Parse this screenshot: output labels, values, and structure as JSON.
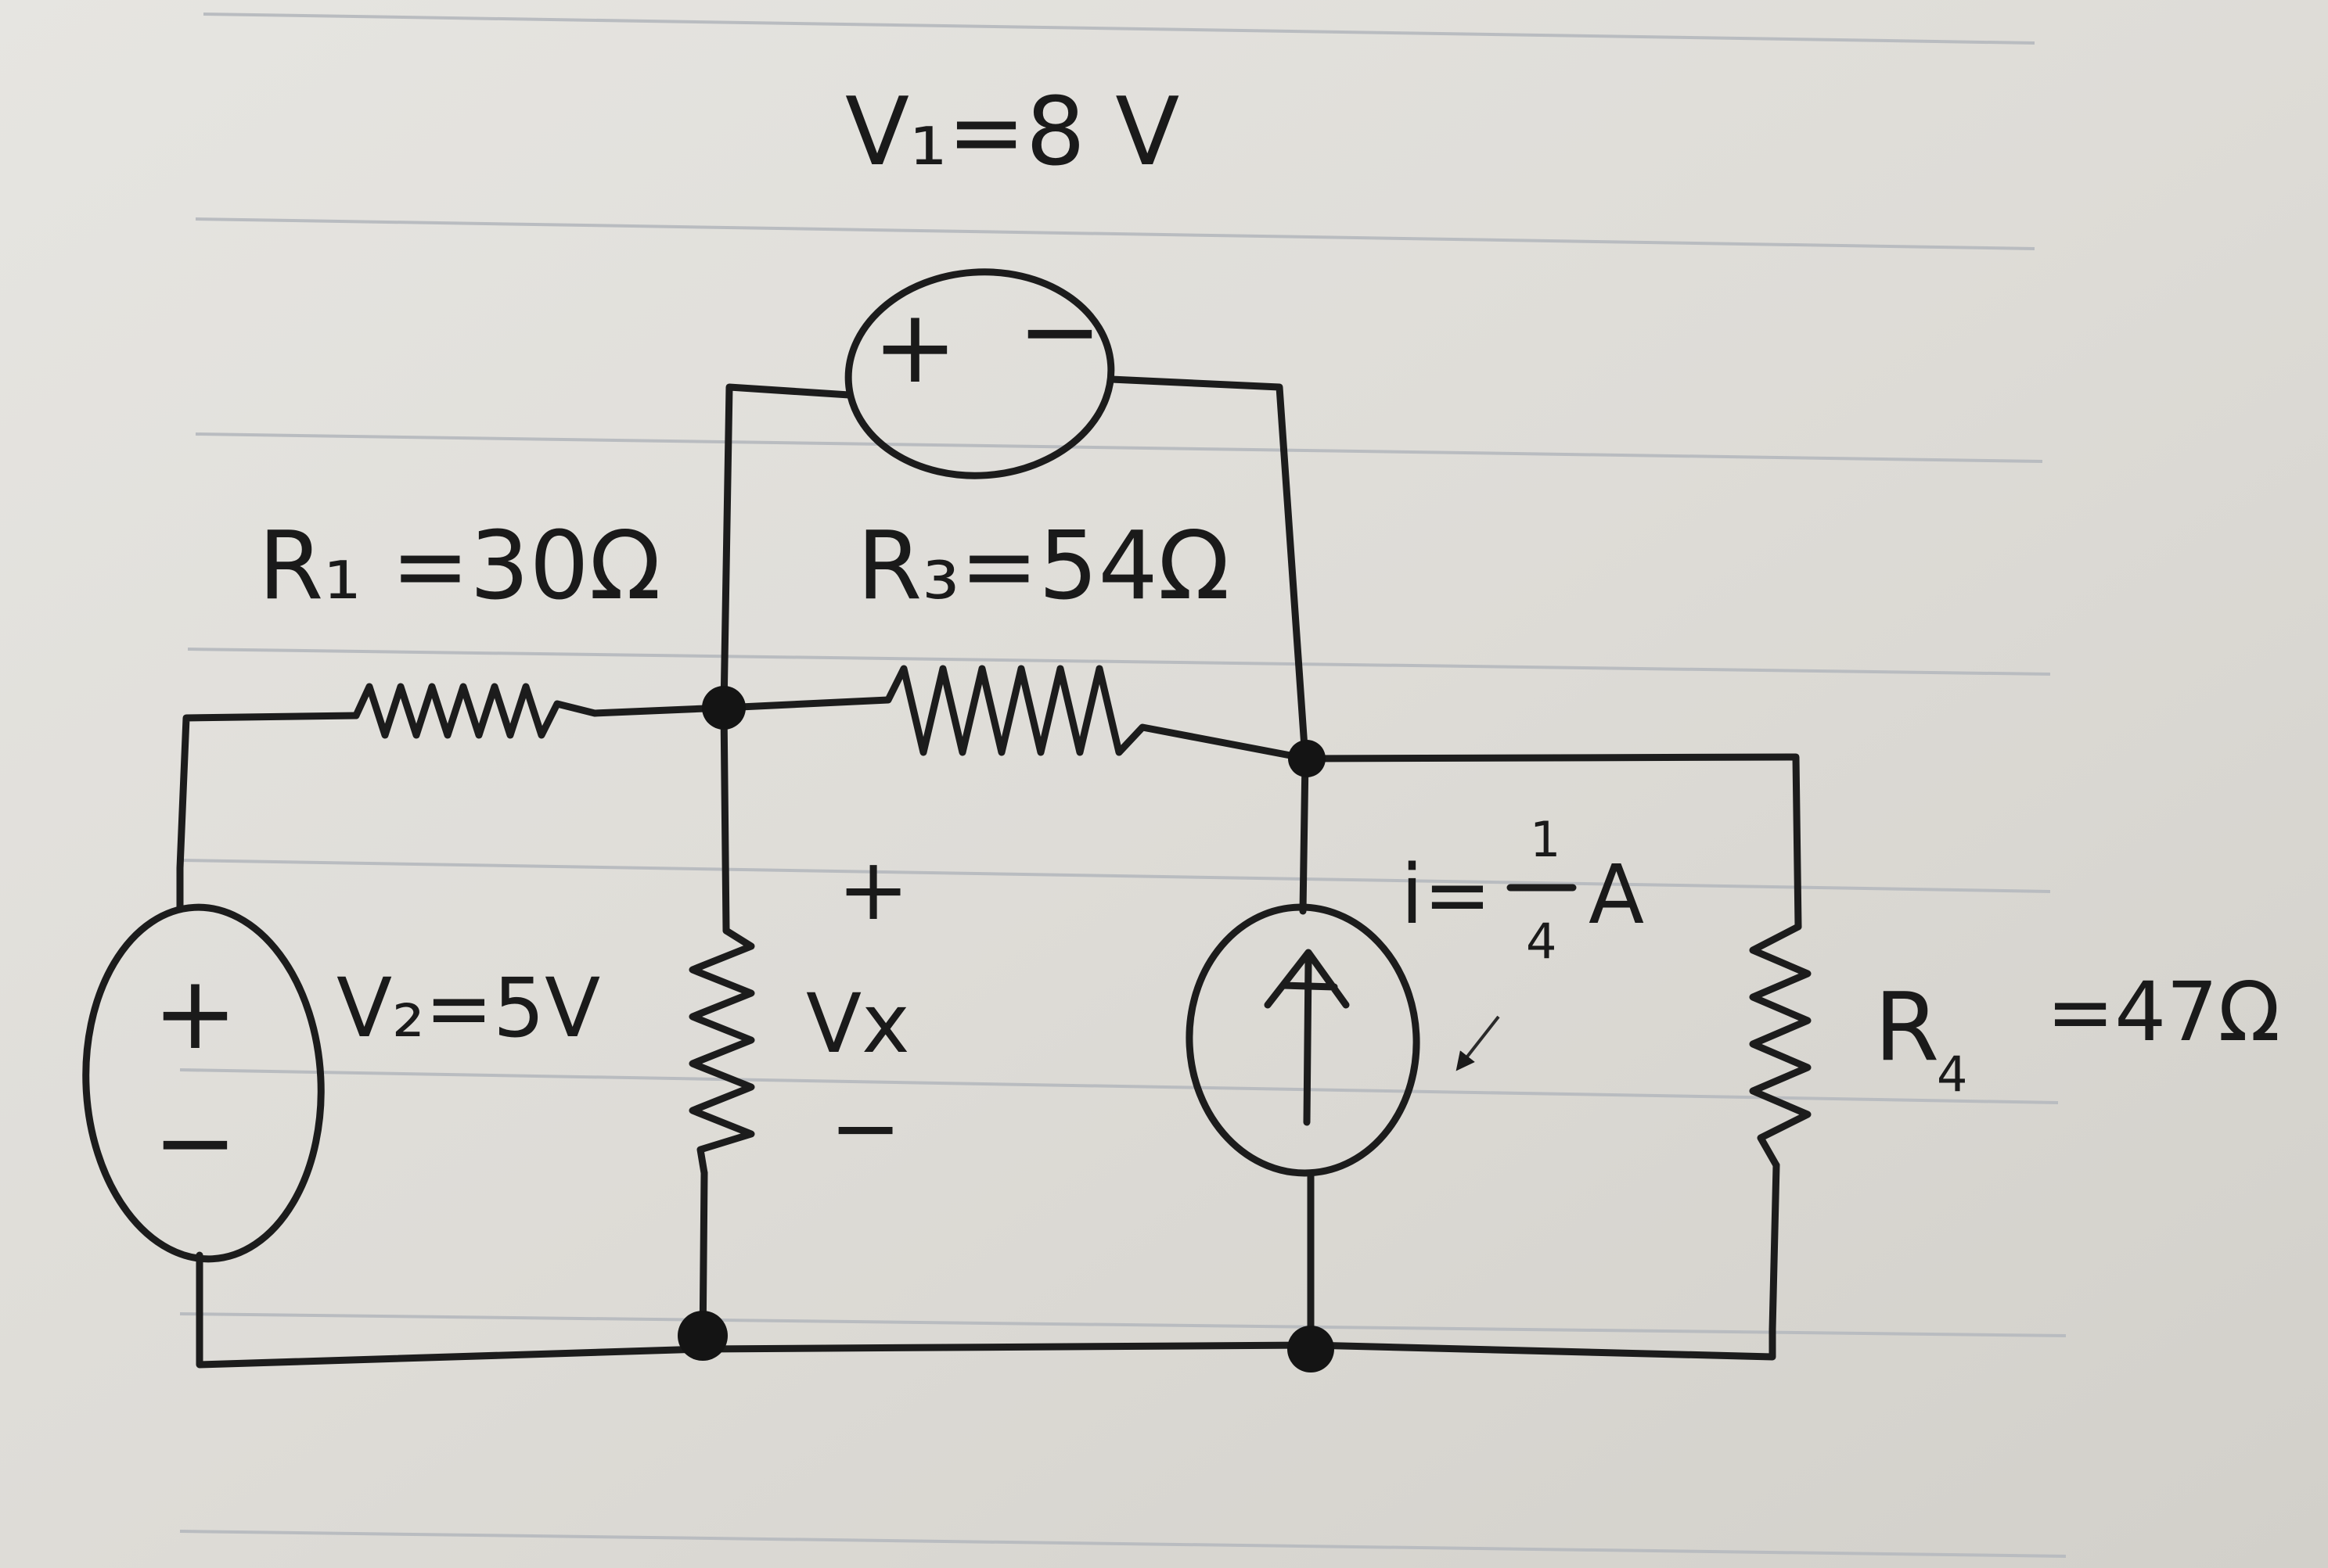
{
  "circuit": {
    "v1": {
      "label": "V₁=8 V",
      "plus": "+",
      "minus": "−"
    },
    "r1": {
      "label": "R₁ =30Ω"
    },
    "r3": {
      "label": "R₃=54Ω"
    },
    "v2": {
      "label": "V₂=5V",
      "plus": "+",
      "minus": "−"
    },
    "vx": {
      "plus": "+",
      "label": "Vx",
      "minus": "−"
    },
    "current_source": {
      "label_prefix": "i=",
      "fraction_numerator": "1",
      "fraction_denominator": "4",
      "label_unit": "A"
    },
    "r4": {
      "name": "R",
      "subscript": "4",
      "value": "=47Ω"
    }
  }
}
